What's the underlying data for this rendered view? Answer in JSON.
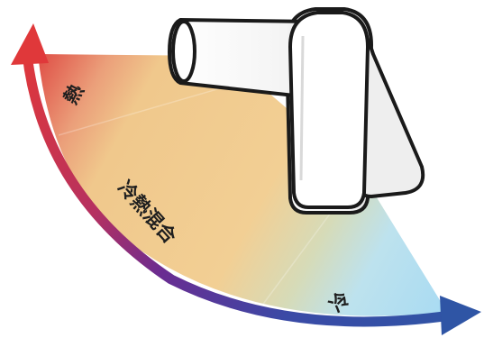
{
  "labels": {
    "hot": "熱",
    "mixed": "冷熱混合",
    "cold": "冷"
  },
  "colors": {
    "hot": "#e2574c",
    "mixed": "#f2cc8f",
    "cold": "#b7e0f2",
    "arrow_start": "#e0383a",
    "arrow_mid": "#6a2c91",
    "arrow_end": "#2f55a5"
  },
  "icons": {
    "faucet": "faucet-lever-icon",
    "arrow": "curved-arrow-icon"
  }
}
